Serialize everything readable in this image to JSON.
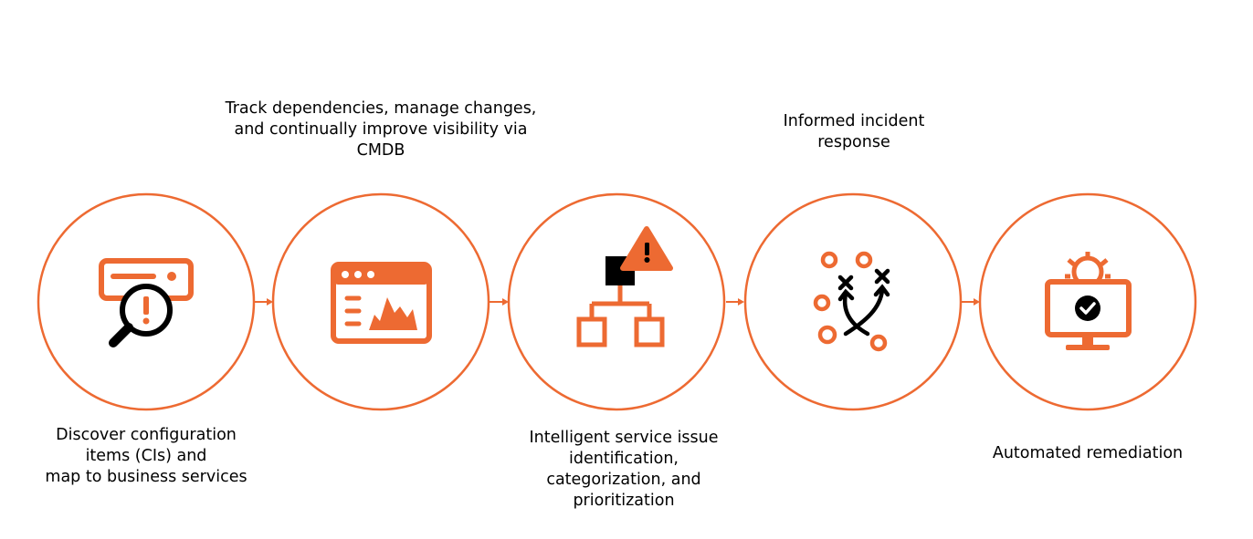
{
  "colors": {
    "accent": "#ED6A32",
    "dark": "#000000",
    "background": "#ffffff"
  },
  "steps": [
    {
      "icon": "server-search-icon",
      "label": [
        "Discover configuration",
        "items (CIs) and",
        "map to business services"
      ]
    },
    {
      "icon": "dashboard-chart-icon",
      "label": [
        "Track dependencies, manage changes,",
        "and continually improve visibility via",
        "CMDB"
      ]
    },
    {
      "icon": "hierarchy-alert-icon",
      "label": [
        "Intelligent service issue",
        "identification,",
        "categorization, and",
        "prioritization"
      ]
    },
    {
      "icon": "strategy-playbook-icon",
      "label": [
        "Informed incident",
        "response"
      ]
    },
    {
      "icon": "monitor-settings-check-icon",
      "label": [
        "Automated remediation"
      ]
    }
  ]
}
